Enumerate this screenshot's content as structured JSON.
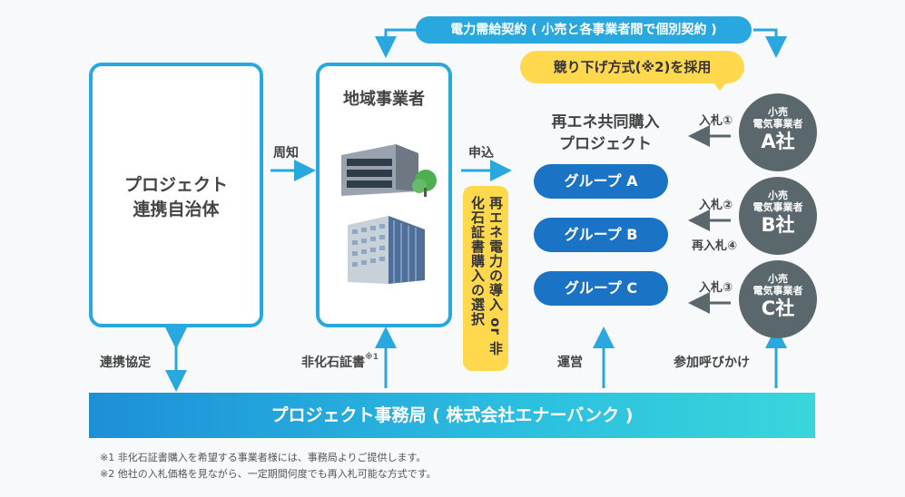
{
  "top_contract": "電力需給契約 ( 小売と各事業者間で個別契約 )",
  "auction_method": "競り下げ方式(※2)を採用",
  "municipality": "プロジェクト\n連携自治体",
  "regional_business": "地域事業者",
  "notify": "周知",
  "apply": "申込",
  "vertical_note": "再エネ電力の導入 or 非化石証書購入の選択",
  "project_title": "再エネ共同購入\nプロジェクト",
  "groups": [
    "グループ A",
    "グループ B",
    "グループ C"
  ],
  "bids": {
    "a": "入札①",
    "b": "入札②",
    "rebid": "再入札④",
    "c": "入札③"
  },
  "retailers": [
    {
      "small": "小売\n電気事業者",
      "name": "A社"
    },
    {
      "small": "小売\n電気事業者",
      "name": "B社"
    },
    {
      "small": "小売\n電気事業者",
      "name": "C社"
    }
  ],
  "bottom_labels": {
    "partnership": "連携協定",
    "certificate": "非化石証書",
    "certificate_mark": "※1",
    "operation": "運営",
    "call": "参加呼びかけ"
  },
  "office": "プロジェクト事務局 ( 株式会社エナーバンク )",
  "notes": [
    "※1 非化石証書購入を希望する事業者様には、事務局よりご提供します。",
    "※2 他社の入札価格を見ながら、一定期間何度でも再入札可能な方式です。"
  ],
  "colors": {
    "accent": "#29a8e0",
    "group": "#1a73c5",
    "yellow": "#ffd84d",
    "retailer": "#5a686e"
  }
}
